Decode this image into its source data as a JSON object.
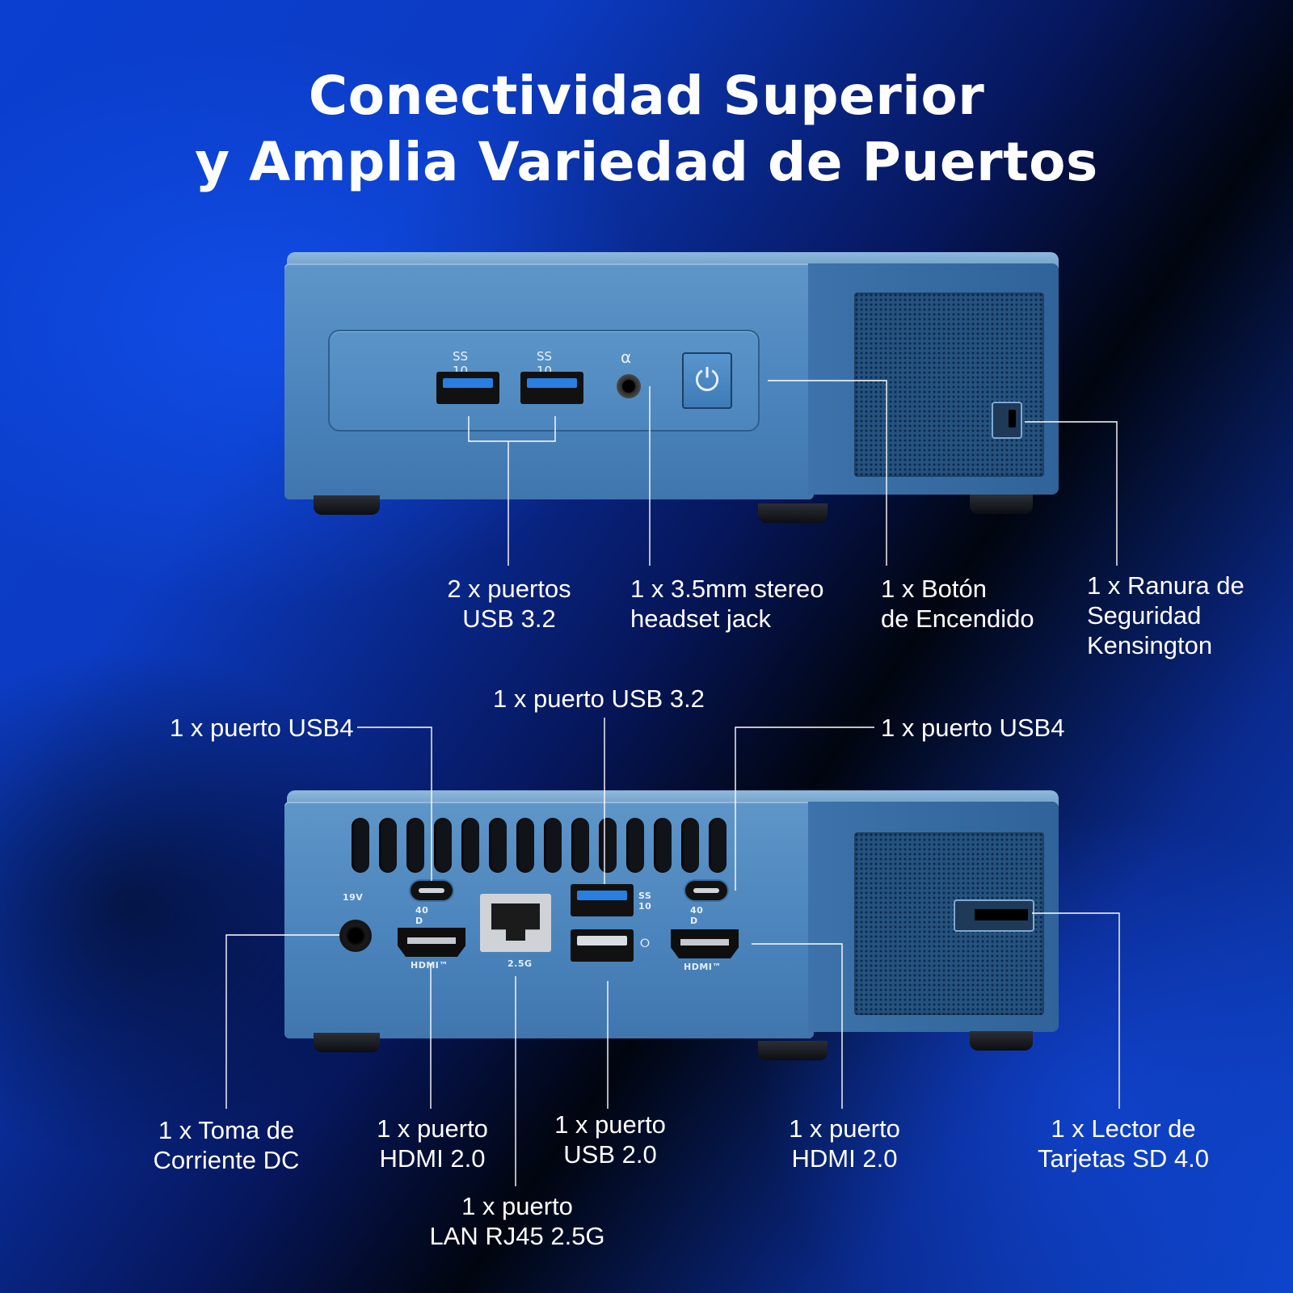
{
  "title": {
    "line1": "Conectividad Superior",
    "line2": "y Amplia Variedad de Puertos"
  },
  "colors": {
    "device": "#4a83bb",
    "accent_usb3": "#2a7de1",
    "background_blue": "#0c3cc4"
  },
  "front_device": {
    "port_marks": {
      "usb_left": "SS 10",
      "usb_right": "SS 10",
      "audio": "headset-icon",
      "power": "power-icon"
    },
    "labels": {
      "usb": [
        "2 x puertos",
        "USB 3.2"
      ],
      "audio": [
        "1 x 3.5mm stereo",
        "headset jack"
      ],
      "power": [
        "1 x Botón",
        "de Encendido"
      ],
      "kensington": [
        "1 x Ranura de",
        "Seguridad",
        "Kensington"
      ]
    }
  },
  "rear_device": {
    "port_marks": {
      "dc": "19V",
      "usb4_left": "40 D",
      "usb4_right": "40 D",
      "hdmi": "HDMI™",
      "lan": "2.5G",
      "usb3": "SS 10"
    },
    "labels": {
      "usb4_left": "1 x puerto USB4",
      "usb32": "1 x puerto USB 3.2",
      "usb4_right": "1 x puerto USB4",
      "dc": [
        "1 x Toma de",
        "Corriente DC"
      ],
      "hdmi_left": [
        "1 x puerto",
        "HDMI 2.0"
      ],
      "lan": [
        "1 x puerto",
        "LAN RJ45 2.5G"
      ],
      "usb20": [
        "1 x puerto",
        "USB 2.0"
      ],
      "hdmi_right": [
        "1 x puerto",
        "HDMI 2.0"
      ],
      "sd": [
        "1 x Lector de",
        "Tarjetas SD 4.0"
      ]
    }
  }
}
